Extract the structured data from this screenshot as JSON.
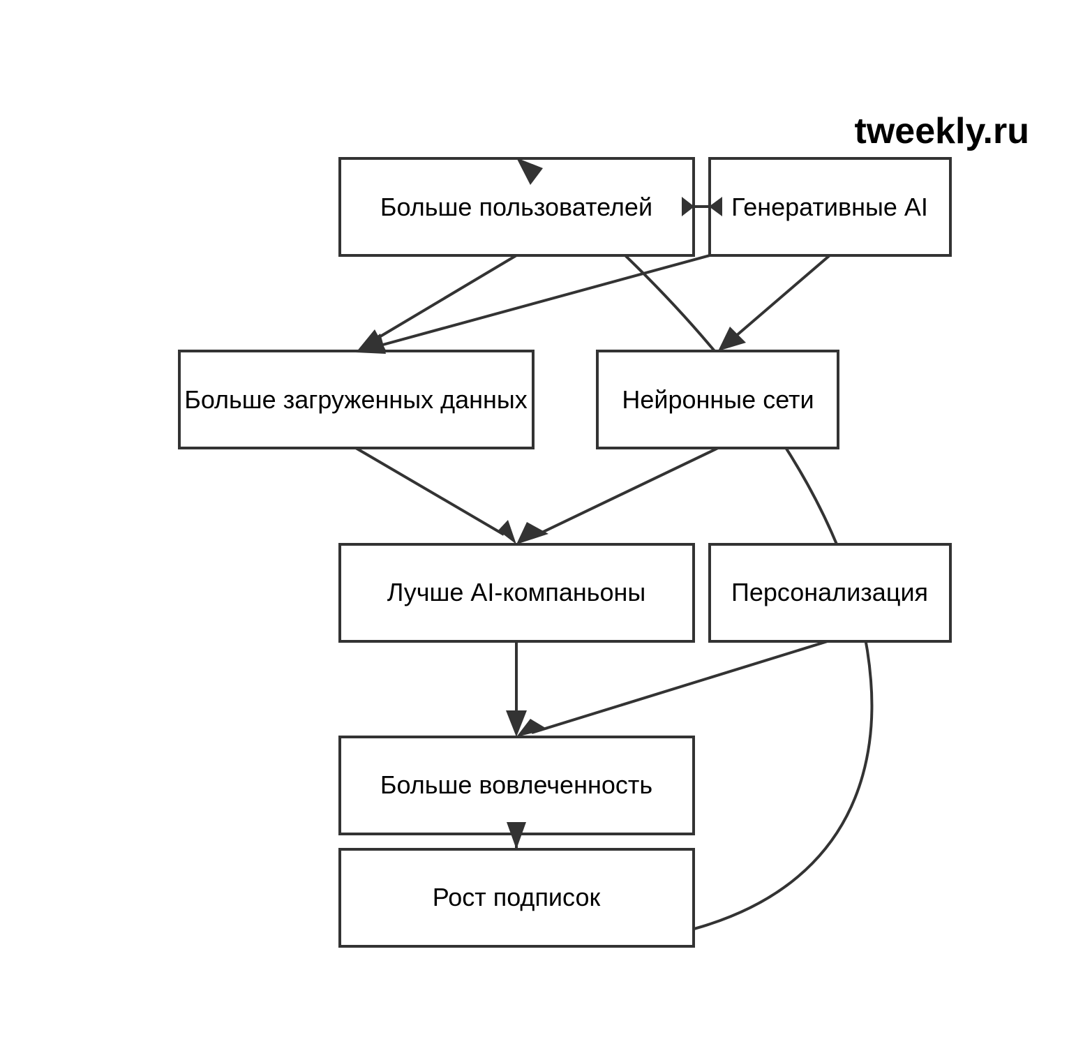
{
  "watermark": "tweekly.ru",
  "nodes": {
    "more_users": "Больше пользователей",
    "generative_ai": "Генеративные AI",
    "more_data": "Больше загруженных данных",
    "neural_nets": "Нейронные сети",
    "better_companions": "Лучше AI-компаньоны",
    "personalization": "Персонализация",
    "more_engagement": "Больше вовлеченность",
    "subscription_growth": "Рост подписок"
  },
  "edges": [
    {
      "from": "more_users",
      "to": "more_data"
    },
    {
      "from": "generative_ai",
      "to": "more_data"
    },
    {
      "from": "generative_ai",
      "to": "neural_nets"
    },
    {
      "from": "generative_ai",
      "to": "more_users"
    },
    {
      "from": "more_data",
      "to": "better_companions"
    },
    {
      "from": "neural_nets",
      "to": "better_companions"
    },
    {
      "from": "better_companions",
      "to": "more_engagement"
    },
    {
      "from": "personalization",
      "to": "more_engagement"
    },
    {
      "from": "more_engagement",
      "to": "subscription_growth"
    },
    {
      "from": "subscription_growth",
      "to": "more_users"
    }
  ]
}
